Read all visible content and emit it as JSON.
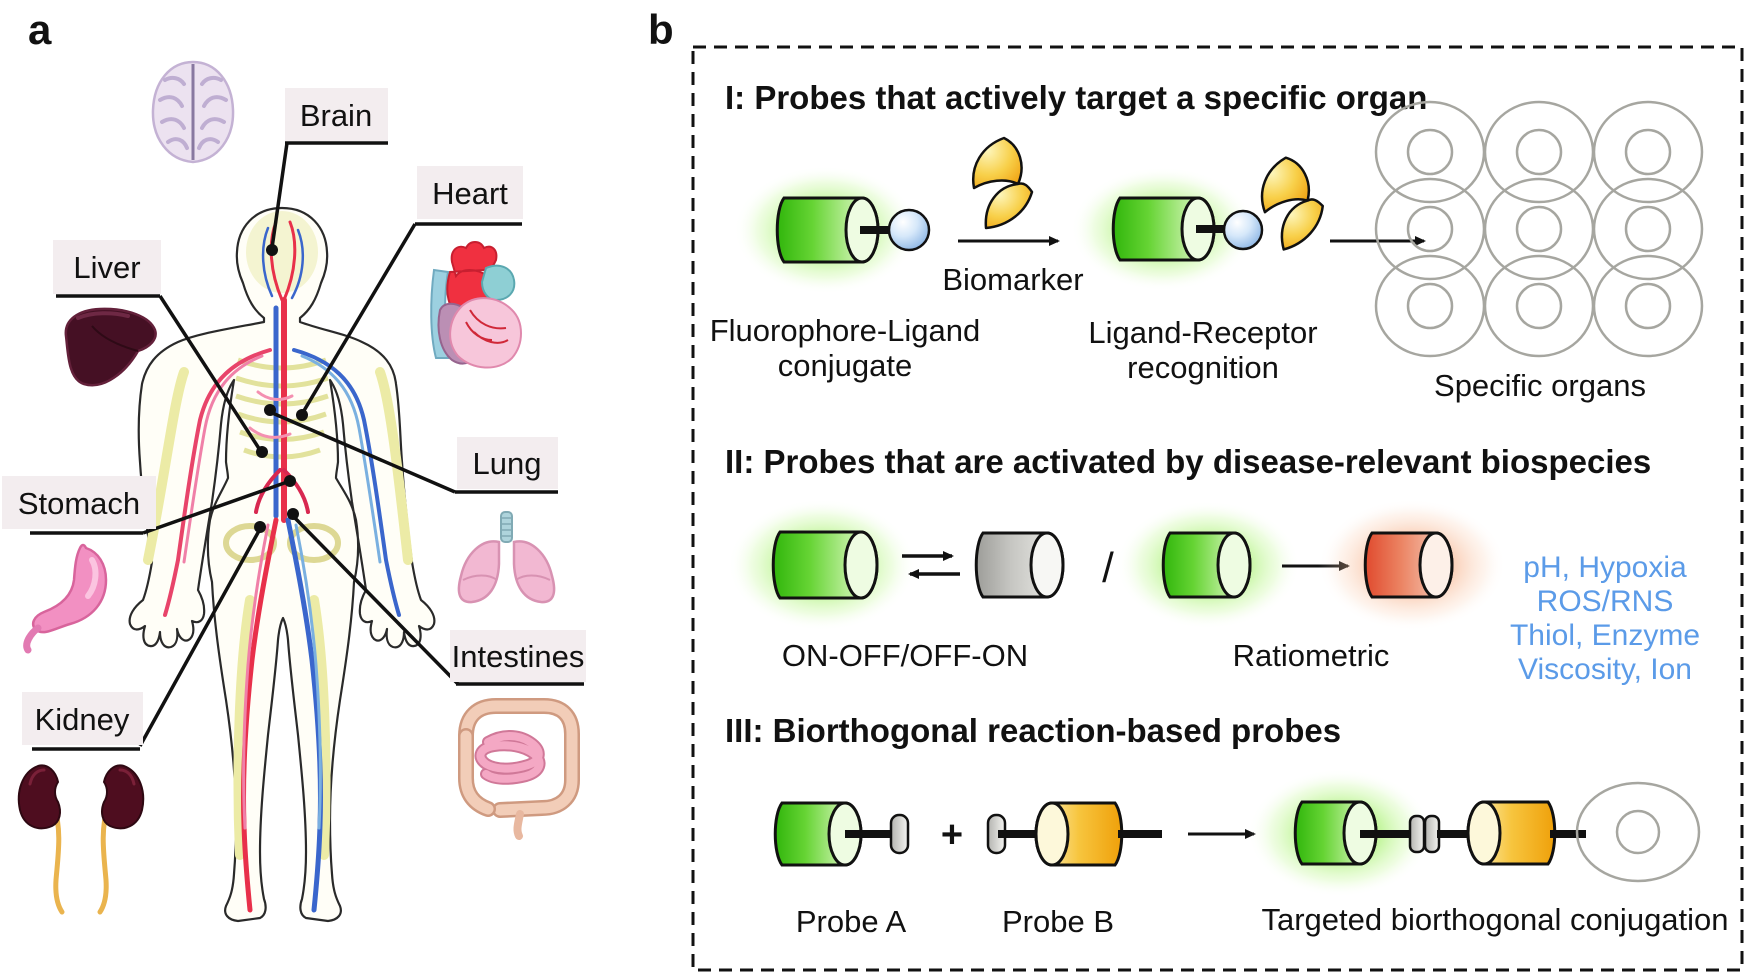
{
  "figure": {
    "panel_a": {
      "panel_label": "a",
      "organ_labels": {
        "brain": "Brain",
        "heart": "Heart",
        "liver": "Liver",
        "lung": "Lung",
        "stomach": "Stomach",
        "kidney": "Kidney",
        "intestines": "Intestines"
      }
    },
    "panel_b": {
      "panel_label": "b",
      "section_1": {
        "title": "I: Probes that actively target a specific organ",
        "conjugate_label_line1": "Fluorophore-Ligand",
        "conjugate_label_line2": "conjugate",
        "arrow_label": "Biomarker",
        "recognition_label_line1": "Ligand-Receptor",
        "recognition_label_line2": "recognition",
        "organs_label": "Specific organs"
      },
      "section_2": {
        "title": "II: Probes that are activated by disease-relevant biospecies",
        "switch_label": "ON-OFF/OFF-ON",
        "separator": "/",
        "ratiometric_label": "Ratiometric",
        "analytes_line1": "pH, Hypoxia",
        "analytes_line2": "ROS/RNS",
        "analytes_line3": "Thiol, Enzyme",
        "analytes_line4": "Viscosity, Ion"
      },
      "section_3": {
        "title": "III: Biorthogonal reaction-based probes",
        "probe_a_label": "Probe A",
        "plus_sign": "+",
        "probe_b_label": "Probe B",
        "product_label": "Targeted biorthogonal conjugation"
      }
    },
    "colors": {
      "probe_green": "#3bbf10",
      "quenched_gray": "#c4c4c0",
      "activated_orange": "#e2543c",
      "probe_yellow": "#f3b224",
      "analyte_text_blue": "#5b9be8",
      "label_box_background": "#f3edef",
      "cell_outline_gray": "#a6a6a0"
    }
  }
}
